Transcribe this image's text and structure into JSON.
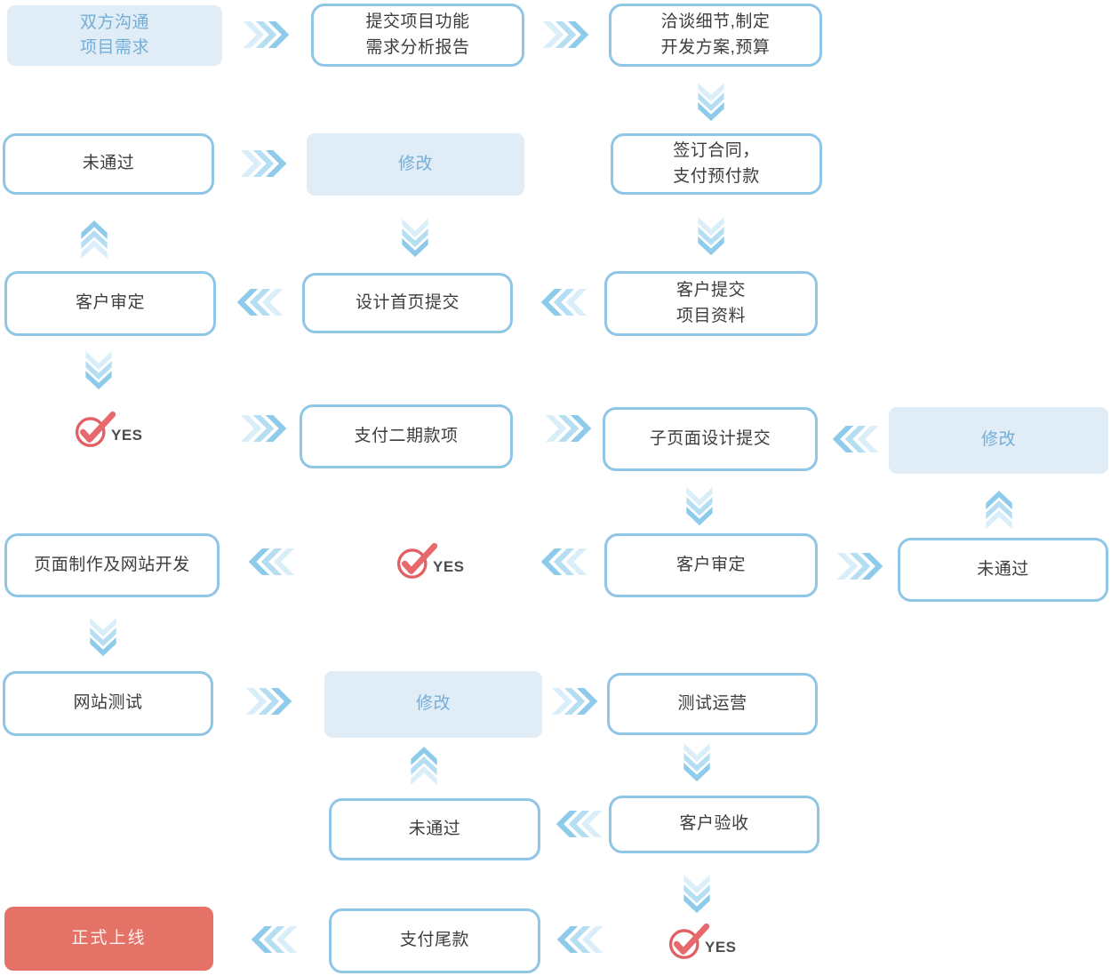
{
  "colors": {
    "box_border_blue": "#8fc5e5",
    "filled_box_bg": "#e0edf6",
    "filled_box_text": "#74aed6",
    "box_text": "#3d3d3d",
    "arrow_blue_dark": "#8ecaea",
    "arrow_blue_mid": "#b5def3",
    "arrow_blue_light": "#d9eef9",
    "launch_box_bg": "#e57266",
    "launch_box_text": "#fdf2f0",
    "yes_icon_red": "#e25f63",
    "yes_text": "#4d4d4d"
  },
  "icons": {
    "chevron_right": "»",
    "chevron_left": "«",
    "chevron_down": "⌄",
    "chevron_up": "⌃",
    "yes_check": "✓"
  },
  "nodes": {
    "start": {
      "label": "双方沟通\n项目需求"
    },
    "submit_report": {
      "label": "提交项目功能\n需求分析报告"
    },
    "negotiate": {
      "label": "洽谈细节,制定\n开发方案,预算"
    },
    "not_passed_1": {
      "label": "未通过"
    },
    "modify_1": {
      "label": "修改"
    },
    "sign_contract": {
      "label": "签订合同，\n支付预付款"
    },
    "client_review_1": {
      "label": "客户审定"
    },
    "homepage_submit": {
      "label": "设计首页提交"
    },
    "client_materials": {
      "label": "客户提交\n项目资料"
    },
    "yes_1": {
      "label": "YES"
    },
    "pay_phase2": {
      "label": "支付二期款项"
    },
    "subpage_submit": {
      "label": "子页面设计提交"
    },
    "modify_2": {
      "label": "修改"
    },
    "page_dev": {
      "label": "页面制作及网站开发"
    },
    "yes_2": {
      "label": "YES"
    },
    "client_review_2": {
      "label": "客户审定"
    },
    "not_passed_2": {
      "label": "未通过"
    },
    "site_test": {
      "label": "网站测试"
    },
    "modify_3": {
      "label": "修改"
    },
    "test_ops": {
      "label": "测试运营"
    },
    "not_passed_3": {
      "label": "未通过"
    },
    "client_accept": {
      "label": "客户验收"
    },
    "launch": {
      "label": "正式上线"
    },
    "pay_final": {
      "label": "支付尾款"
    },
    "yes_3": {
      "label": "YES"
    }
  }
}
